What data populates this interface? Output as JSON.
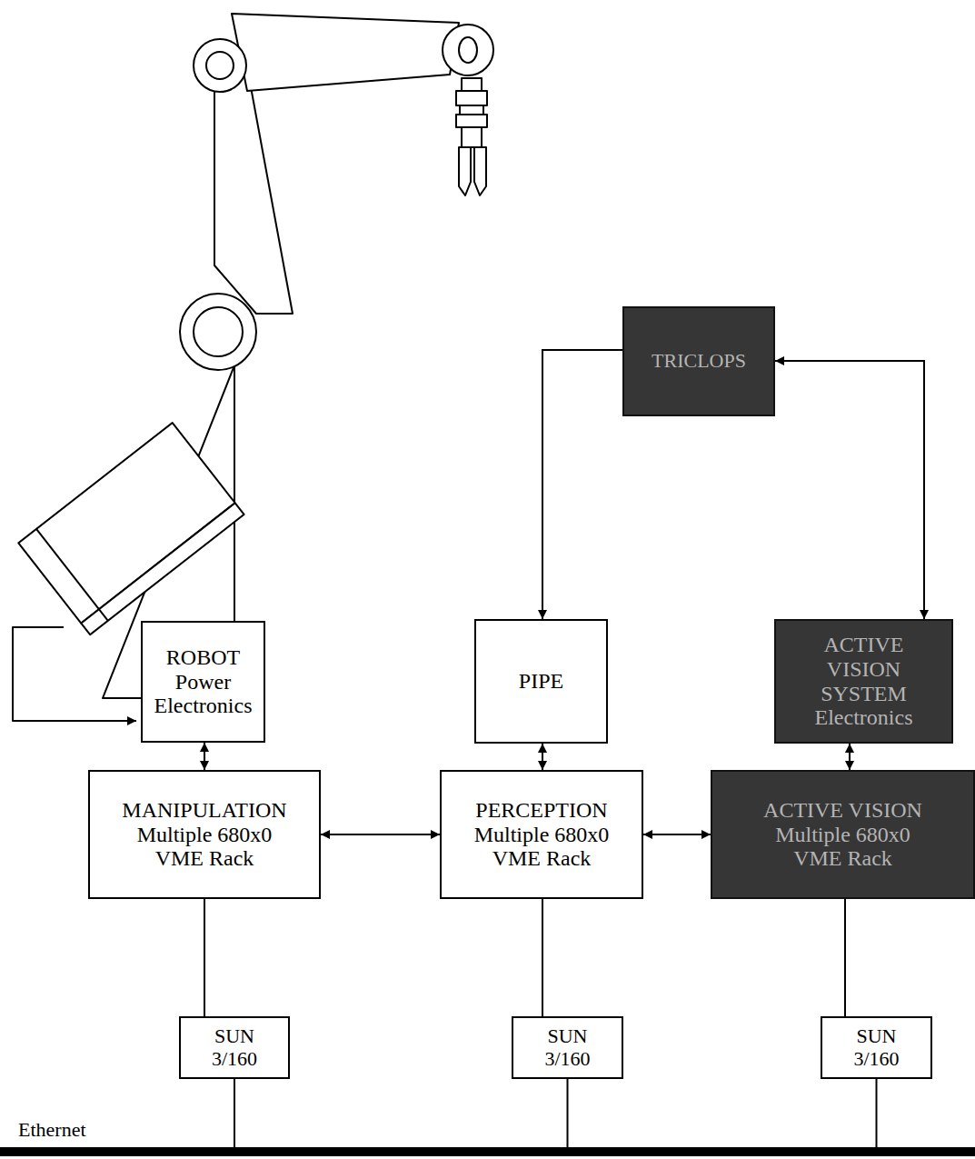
{
  "diagram": {
    "nodes": [
      {
        "text": [
          "TRICLOPS"
        ]
      },
      {
        "text": [
          "ROBOT",
          "Power Electronics"
        ]
      },
      {
        "text": [
          "PIPE"
        ]
      },
      {
        "text": [
          "ACTIVE VISION SYSTEM",
          "Electronics"
        ]
      },
      {
        "text": [
          "MANIPULATION",
          "Multiple 680x0 VME Rack"
        ]
      },
      {
        "text": [
          "PERCEPTION",
          "Multiple 680x0 VME Rack"
        ]
      },
      {
        "text": [
          "ACTIVE VISION",
          "Multiple 680x0 VME Rack"
        ]
      },
      {
        "text": [
          "SUN 3/160"
        ]
      },
      {
        "text": [
          "SUN 3/160"
        ]
      },
      {
        "text": [
          "SUN 3/160"
        ]
      },
      {
        "text": [
          "Ethernet"
        ]
      }
    ],
    "edges": [
      {
        "from": 0,
        "to": 2,
        "arrow": "to"
      },
      {
        "from": 0,
        "to": 3,
        "arrow": "both"
      },
      {
        "from": 1,
        "to": 4,
        "arrow": "both"
      },
      {
        "from": 2,
        "to": 5,
        "arrow": "both"
      },
      {
        "from": 3,
        "to": 6,
        "arrow": "both"
      },
      {
        "from": 4,
        "to": 5,
        "arrow": "both"
      },
      {
        "from": 5,
        "to": 6,
        "arrow": "both"
      },
      {
        "from": 4,
        "to": 7,
        "arrow": "none"
      },
      {
        "from": 5,
        "to": 8,
        "arrow": "none"
      },
      {
        "from": 6,
        "to": 9,
        "arrow": "none"
      },
      {
        "from": 7,
        "to": 10,
        "arrow": "none"
      },
      {
        "from": 8,
        "to": 10,
        "arrow": "none"
      },
      {
        "from": 9,
        "to": 10,
        "arrow": "none"
      }
    ]
  }
}
